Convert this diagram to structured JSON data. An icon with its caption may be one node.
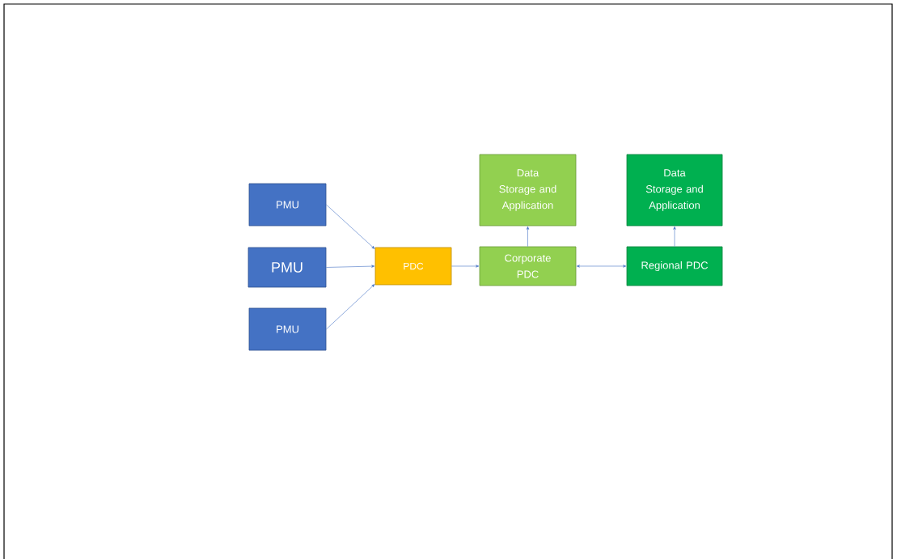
{
  "diagram": {
    "nodes": [
      {
        "text": [
          "PMU"
        ]
      },
      {
        "text": [
          "PMU"
        ]
      },
      {
        "text": [
          "PMU"
        ]
      },
      {
        "text": [
          "PDC"
        ]
      },
      {
        "text": [
          "Data Storage and Application"
        ]
      },
      {
        "text": [
          "Corporate PDC"
        ]
      },
      {
        "text": [
          "Data Storage and Application"
        ]
      },
      {
        "text": [
          "Regional PDC"
        ]
      }
    ],
    "edges": [
      {
        "from": 0,
        "to": 3,
        "arrow": "to"
      },
      {
        "from": 1,
        "to": 3,
        "arrow": "to"
      },
      {
        "from": 2,
        "to": 3,
        "arrow": "to"
      },
      {
        "from": 3,
        "to": 5,
        "arrow": "to"
      },
      {
        "from": 5,
        "to": 4,
        "arrow": "to"
      },
      {
        "from": 5,
        "to": 7,
        "arrow": "both"
      },
      {
        "from": 7,
        "to": 6,
        "arrow": "to"
      }
    ]
  }
}
